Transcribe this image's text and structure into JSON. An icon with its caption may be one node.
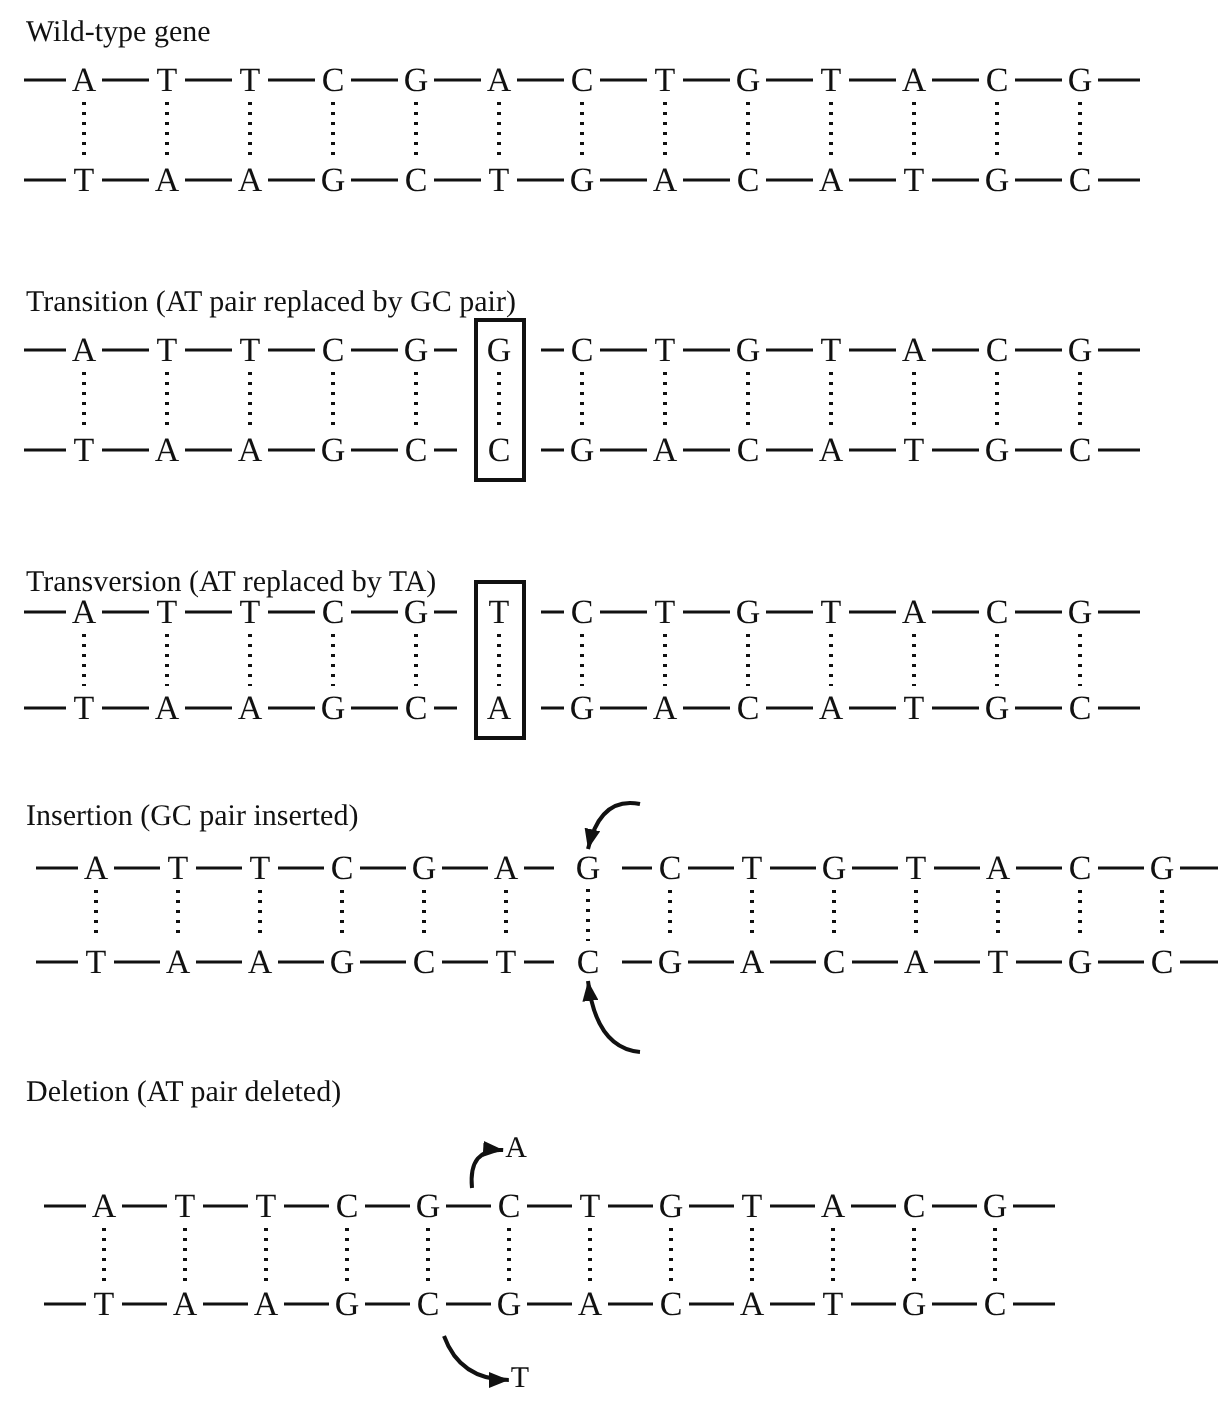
{
  "diagram": {
    "nodes": [
      {
        "text": [
          "G",
          "C"
        ]
      },
      {
        "text": [
          "T",
          "A"
        ]
      },
      {
        "text": [
          "G"
        ]
      },
      {
        "text": [
          "C"
        ]
      },
      {
        "text": [
          "A"
        ]
      },
      {
        "text": [
          "T"
        ]
      }
    ],
    "edges": [
      {
        "from": null,
        "to": 2,
        "arrow": "to"
      },
      {
        "from": 2,
        "to": 3,
        "arrow": "none",
        "style": "dashed"
      },
      {
        "from": null,
        "to": 3,
        "arrow": "to"
      },
      {
        "from": null,
        "to": 4,
        "arrow": "to"
      },
      {
        "from": null,
        "to": 5,
        "arrow": "to"
      }
    ],
    "labels": [
      "Wild-type gene",
      "A",
      "T",
      "T",
      "C",
      "G",
      "A",
      "C",
      "T",
      "G",
      "T",
      "A",
      "C",
      "G",
      "T",
      "A",
      "A",
      "G",
      "C",
      "T",
      "G",
      "A",
      "C",
      "A",
      "T",
      "G",
      "C",
      "Transition (AT pair replaced by GC pair)",
      "A",
      "T",
      "T",
      "C",
      "G",
      "C",
      "T",
      "G",
      "T",
      "A",
      "C",
      "G",
      "T",
      "A",
      "A",
      "G",
      "C",
      "G",
      "A",
      "C",
      "A",
      "T",
      "G",
      "C",
      "Transversion (AT replaced by TA)",
      "A",
      "T",
      "T",
      "C",
      "G",
      "C",
      "T",
      "G",
      "T",
      "A",
      "C",
      "G",
      "T",
      "A",
      "A",
      "G",
      "C",
      "G",
      "A",
      "C",
      "A",
      "T",
      "G",
      "C",
      "Insertion (GC pair inserted)",
      "A",
      "T",
      "T",
      "C",
      "G",
      "A",
      "C",
      "T",
      "G",
      "T",
      "A",
      "C",
      "G",
      "T",
      "A",
      "A",
      "G",
      "C",
      "T",
      "G",
      "A",
      "C",
      "A",
      "T",
      "G",
      "C",
      "Deletion (AT pair deleted)",
      "A",
      "T",
      "T",
      "C",
      "G",
      "C",
      "T",
      "G",
      "T",
      "A",
      "C",
      "G",
      "T",
      "A",
      "A",
      "G",
      "C",
      "G",
      "A",
      "C",
      "A",
      "T",
      "G",
      "C"
    ]
  }
}
